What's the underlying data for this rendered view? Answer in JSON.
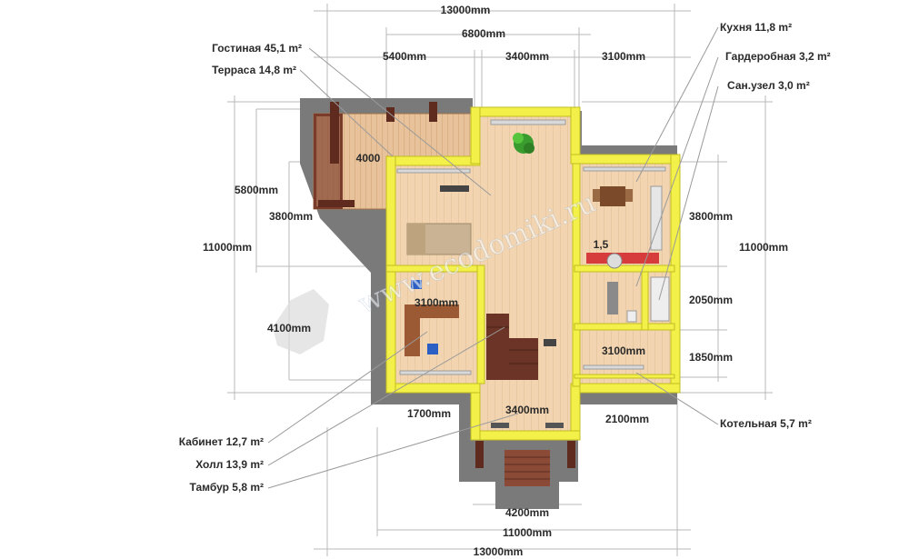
{
  "dimensions": {
    "top_total": "13000mm",
    "top_inner": "6800mm",
    "top_left": "5400mm",
    "top_mid": "3400mm",
    "top_right": "3100mm",
    "left_terrace_depth": "5800mm",
    "left_total": "11000mm",
    "left_upper": "3800mm",
    "left_lower": "4100mm",
    "terrace_width": "4000",
    "right_total": "11000mm",
    "right_upper": "3800mm",
    "right_mid": "2050mm",
    "right_lower": "1850mm",
    "cabinet_width": "3100mm",
    "boiler_width": "3100mm",
    "stair_gap": "1,5",
    "bottom_left": "1700mm",
    "bottom_vestibule": "3400mm",
    "bottom_right": "2100mm",
    "bottom_porch": "4200mm",
    "bottom_inner": "11000mm",
    "bottom_total": "13000mm"
  },
  "rooms": {
    "living": "Гостиная 45,1 m²",
    "terrace": "Терраса 14,8 m²",
    "kitchen": "Кухня 11,8 m²",
    "wardrobe": "Гардеробная 3,2 m²",
    "bathroom": "Сан.узел 3,0 m²",
    "boiler": "Котельная 5,7 m²",
    "cabinet": "Кабинет 12,7 m²",
    "hall": "Холл 13,9 m²",
    "vestibule": "Тамбур 5,8 m²"
  },
  "watermark": "www.ecodomiki.ru",
  "colors": {
    "walls": "#f3f04a",
    "wall_edge": "#c9c520",
    "floor": "#f2d6b4",
    "shadow": "#7c7c7c",
    "deck": "#e3b88e",
    "stairs": "#6b3426"
  }
}
